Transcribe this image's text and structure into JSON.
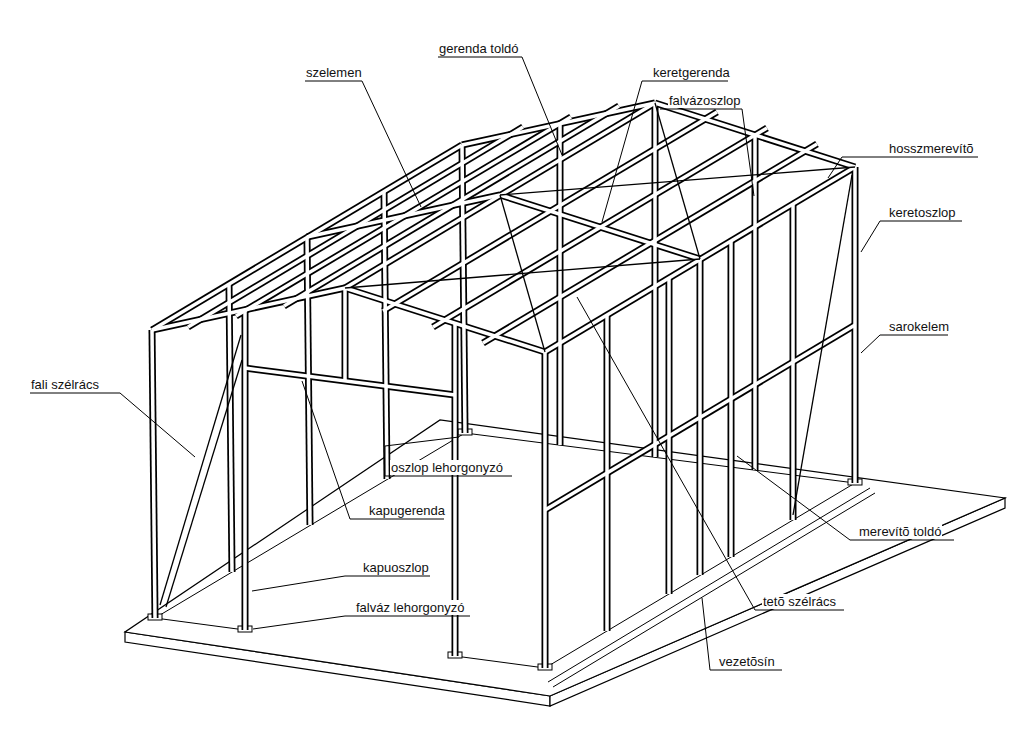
{
  "diagram": {
    "labels": [
      "gerenda toldó",
      "szelemen",
      "keretgerenda",
      "falvázoszlop",
      "hosszmerevítõ",
      "keretoszlop",
      "sarokelem",
      "fali szélrács",
      "oszlop lehorgonyzó",
      "kapugerenda",
      "merevítõ toldó",
      "kapuoszlop",
      "tetõ szélrács",
      "falváz lehorgonyzó",
      "vezetõsín"
    ]
  }
}
